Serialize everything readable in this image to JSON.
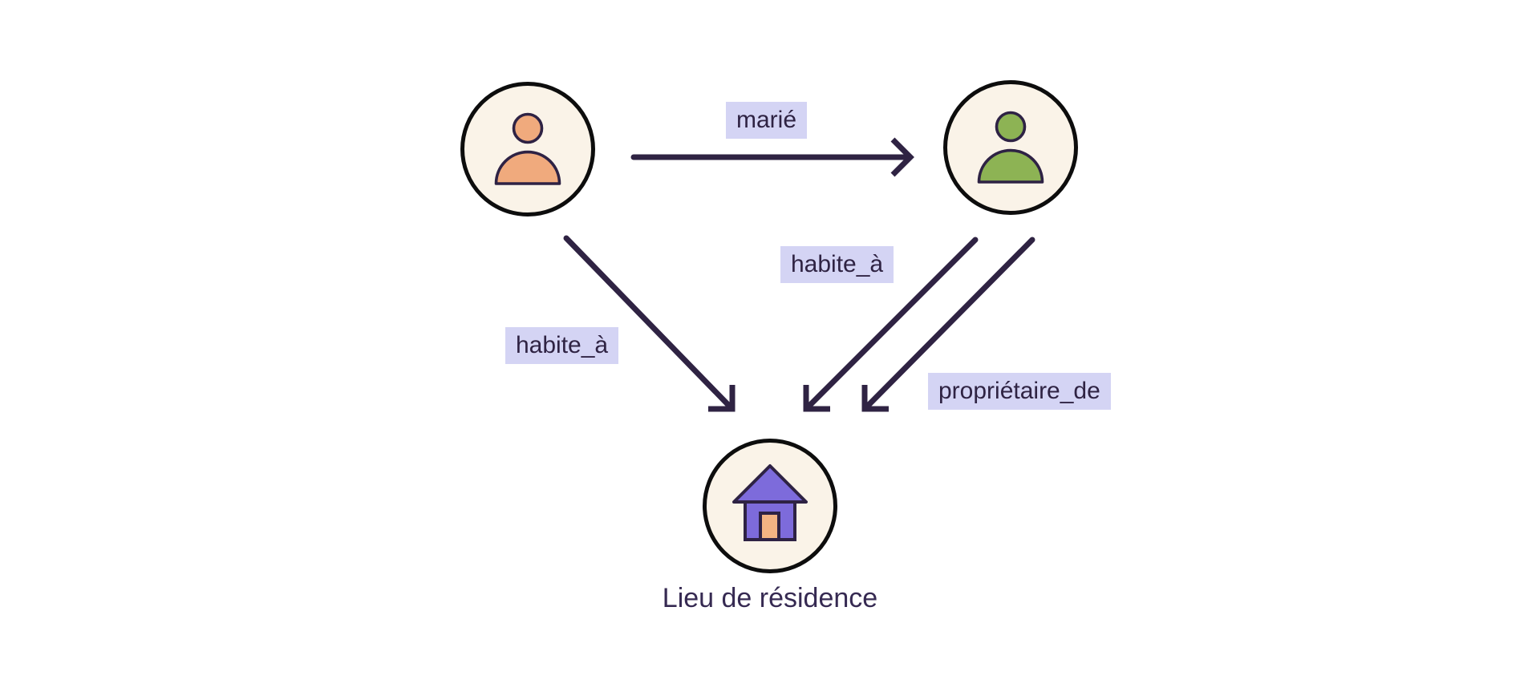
{
  "diagram": {
    "type": "knowledge-graph",
    "background_color": "#FFFFFF",
    "node_fill_color": "#FAF3E8",
    "node_border_color": "#0D0D0D",
    "icon_outline_color": "#2E2244",
    "edge_color": "#2F2343",
    "edge_label_background": "#D4D4F4",
    "edge_label_text_color": "#2F2343",
    "caption_text_color": "#362A52",
    "nodes": [
      {
        "id": "person-a",
        "icon": "person-icon",
        "icon_color": "#F0AA7D",
        "label": ""
      },
      {
        "id": "person-b",
        "icon": "person-icon",
        "icon_color": "#8DB354",
        "label": ""
      },
      {
        "id": "residence",
        "icon": "house-icon",
        "icon_color": "#7D6BDB",
        "door_color": "#F3B383",
        "label": "Lieu de résidence"
      }
    ],
    "edges": [
      {
        "from": "person-a",
        "to": "person-b",
        "label": "marié"
      },
      {
        "from": "person-a",
        "to": "residence",
        "label": "habite_à"
      },
      {
        "from": "person-b",
        "to": "residence",
        "label": "habite_à"
      },
      {
        "from": "person-b",
        "to": "residence",
        "label": "propriétaire_de"
      }
    ]
  }
}
